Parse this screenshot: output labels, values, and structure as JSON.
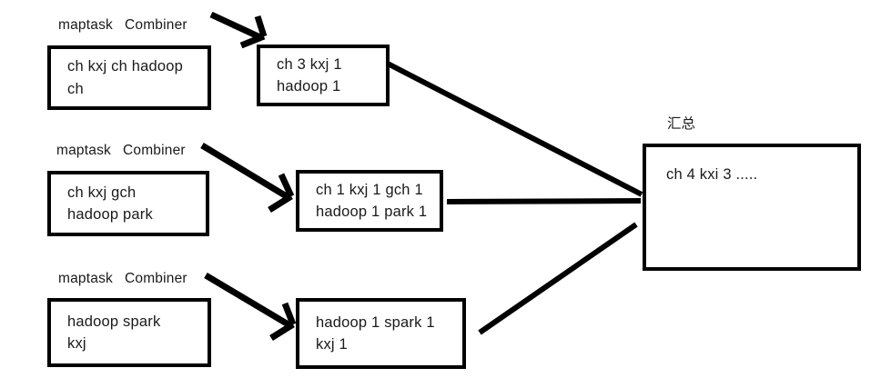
{
  "diagram": {
    "title": "MapReduce maptask / combiner aggregation diagram",
    "ink_color": "#000000",
    "text_color": "#1a1a1a",
    "background": "#ffffff",
    "rows": [
      {
        "stage_label_left": "maptask",
        "stage_label_right": "Combiner",
        "input_lines": [
          "ch kxj ch hadoop",
          "ch"
        ],
        "output_lines": [
          "ch 3 kxj 1",
          "hadoop 1"
        ]
      },
      {
        "stage_label_left": "maptask",
        "stage_label_right": "Combiner",
        "input_lines": [
          "ch kxj gch",
          "hadoop park"
        ],
        "output_lines": [
          "ch 1 kxj 1 gch 1",
          "hadoop 1 park 1"
        ]
      },
      {
        "stage_label_left": "maptask",
        "stage_label_right": "Combiner",
        "input_lines": [
          "hadoop spark",
          "kxj"
        ],
        "output_lines": [
          "hadoop 1 spark 1",
          "kxj 1"
        ]
      }
    ],
    "summary": {
      "label": "汇总",
      "lines": [
        "ch 4 kxi 3 ....."
      ]
    }
  }
}
